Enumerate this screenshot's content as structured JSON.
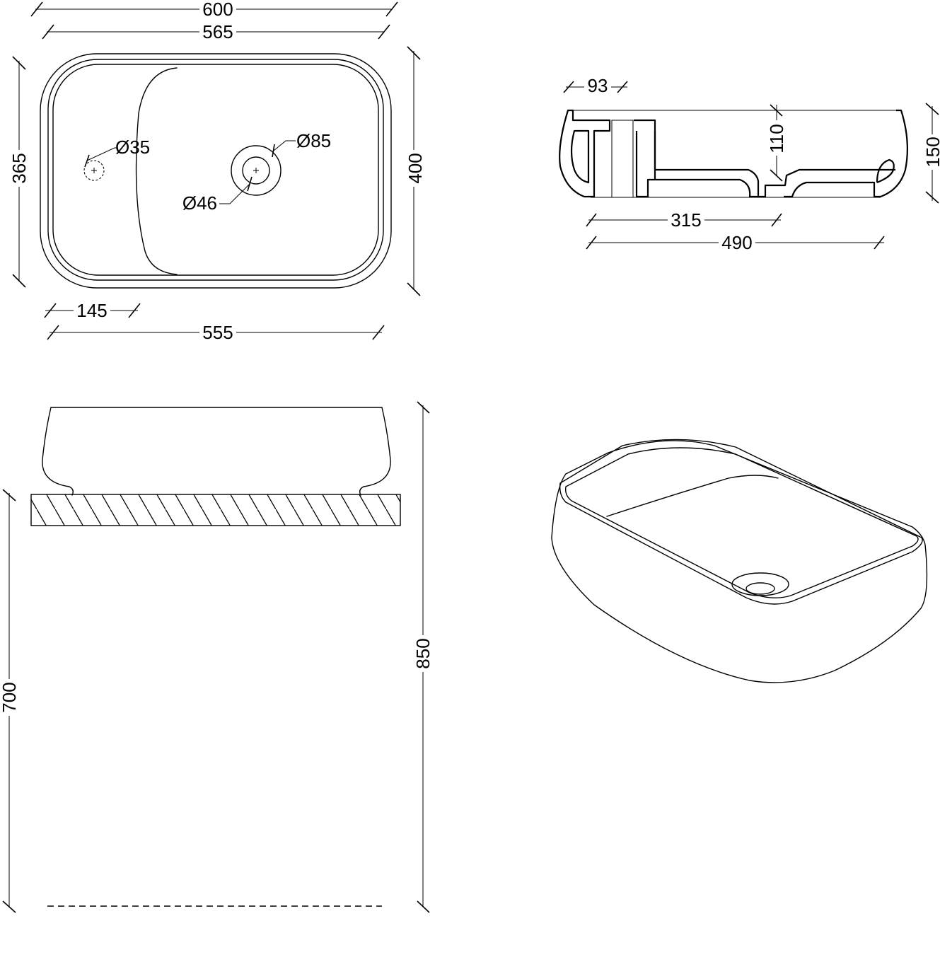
{
  "top_view": {
    "dims": {
      "overall_length": "600",
      "inner_length": "565",
      "overall_width": "400",
      "inner_width": "365",
      "tap_offset": "145",
      "base_length": "555"
    },
    "labels": {
      "tap_hole": "Ø35",
      "drain_outer": "Ø85",
      "drain_inner": "Ø46"
    }
  },
  "section_view": {
    "dims": {
      "ledge": "93",
      "bowl_depth": "110",
      "total_height": "150",
      "drain_position": "315",
      "bottom_length": "490"
    }
  },
  "elevation_view": {
    "dims": {
      "counter_height": "700",
      "total_height": "850"
    }
  }
}
